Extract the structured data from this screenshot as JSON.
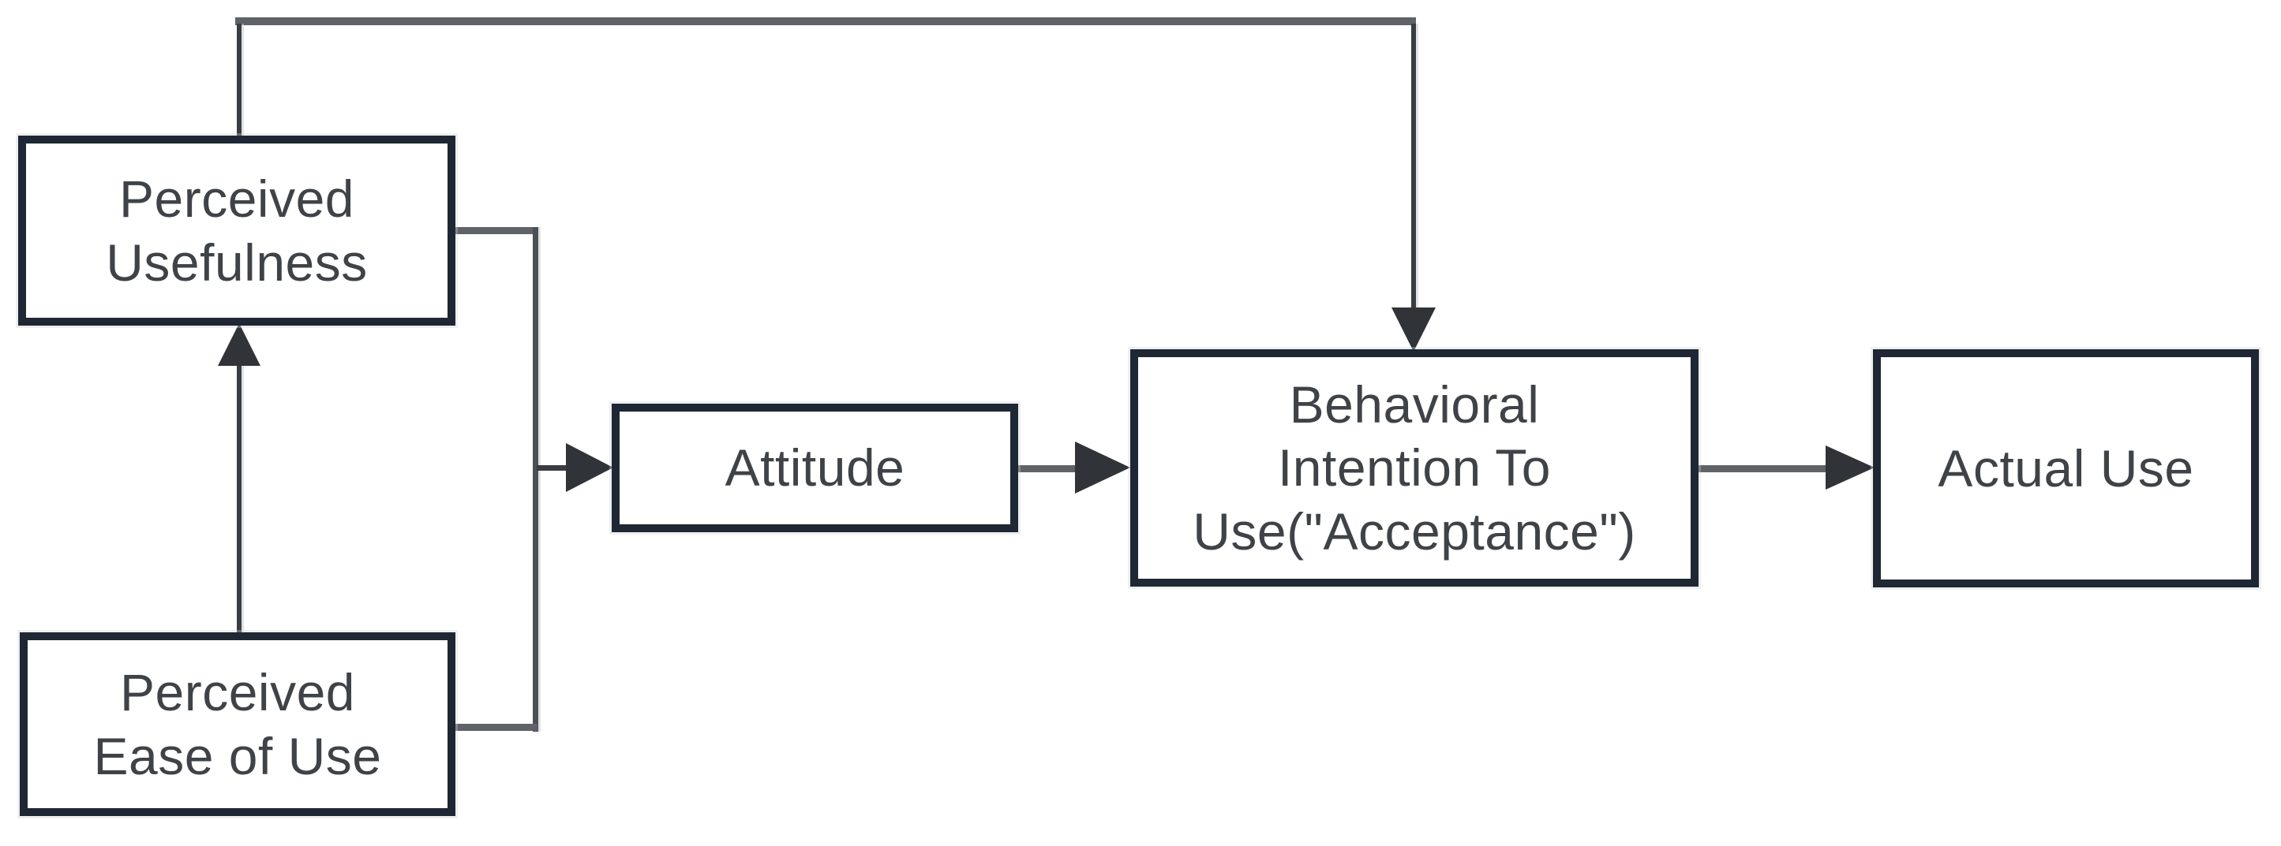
{
  "diagram": {
    "type": "flowchart",
    "nodes": [
      {
        "id": "perceived-usefulness",
        "label": "Perceived\nUsefulness"
      },
      {
        "id": "perceived-ease-of-use",
        "label": "Perceived\nEase of Use"
      },
      {
        "id": "attitude",
        "label": "Attitude"
      },
      {
        "id": "behavioral-intention",
        "label": "Behavioral\nIntention To\nUse(\"Acceptance\")"
      },
      {
        "id": "actual-use",
        "label": "Actual Use"
      }
    ],
    "edges": [
      {
        "from": "perceived-ease-of-use",
        "to": "perceived-usefulness"
      },
      {
        "from": "perceived-usefulness",
        "to": "behavioral-intention"
      },
      {
        "from": "perceived-usefulness",
        "to": "attitude"
      },
      {
        "from": "perceived-ease-of-use",
        "to": "attitude"
      },
      {
        "from": "attitude",
        "to": "behavioral-intention"
      },
      {
        "from": "behavioral-intention",
        "to": "actual-use"
      }
    ]
  },
  "colors": {
    "background": "#ffffff",
    "box_border": "#1e2733",
    "box_fill": "#ffffff",
    "text": "#3f4347",
    "connector_gray": "#5f6368",
    "connector_dark": "#393d42",
    "arrowhead": "#303439"
  }
}
